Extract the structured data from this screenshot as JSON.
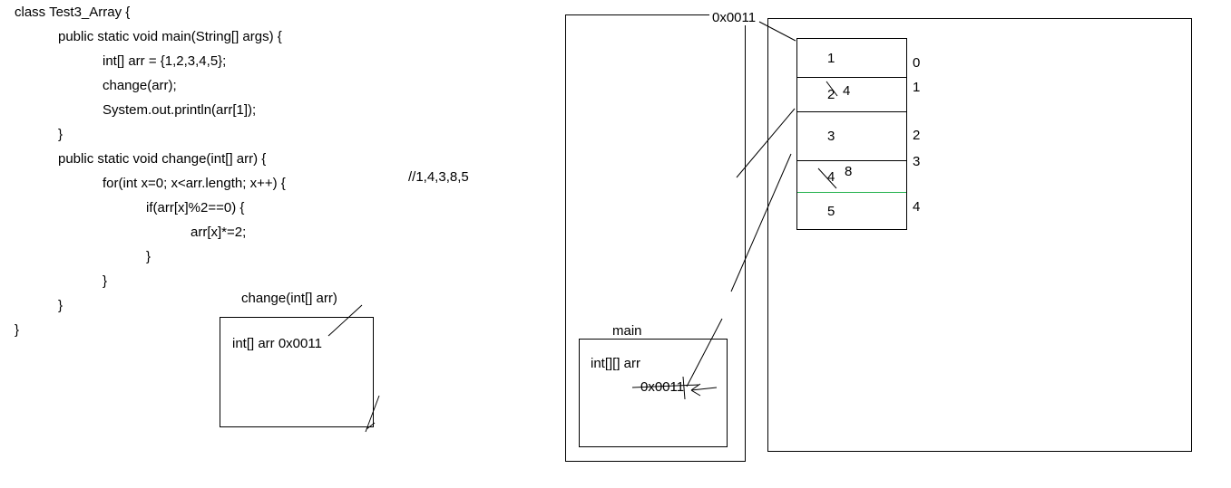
{
  "code": {
    "lines": [
      {
        "text": "class Test3_Array {"
      },
      {
        "text": "public static void main(String[] args) {"
      },
      {
        "text": "int[] arr = {1,2,3,4,5};"
      },
      {
        "text": "change(arr);"
      },
      {
        "text": "System.out.println(arr[1]);"
      },
      {
        "text": "}"
      },
      {
        "text": "public static void change(int[] arr) {"
      },
      {
        "text": "for(int x=0; x<arr.length; x++) {"
      },
      {
        "text": "if(arr[x]%2==0) {"
      },
      {
        "text": "arr[x]*=2;"
      },
      {
        "text": "}"
      },
      {
        "text": "}"
      },
      {
        "text": "}"
      },
      {
        "text": "}"
      }
    ],
    "comment": "//1,4,3,8,5"
  },
  "change_frame": {
    "label": "change(int[] arr)",
    "content": "int[] arr 0x0011"
  },
  "main_frame": {
    "label": "main",
    "var": "int[][] arr",
    "value": "0x0011"
  },
  "heap": {
    "address": "0x0011",
    "array": {
      "rows": [
        {
          "value": "1",
          "index": "0"
        },
        {
          "value": "2",
          "index": "1",
          "new_value": "4"
        },
        {
          "value": "3",
          "index": "2"
        },
        {
          "value": "4",
          "index": "3",
          "new_value": "8"
        },
        {
          "value": "5",
          "index": "4"
        }
      ]
    }
  },
  "colors": {
    "ink": "#000000",
    "green_line": "#22b14c",
    "background": "#ffffff"
  }
}
